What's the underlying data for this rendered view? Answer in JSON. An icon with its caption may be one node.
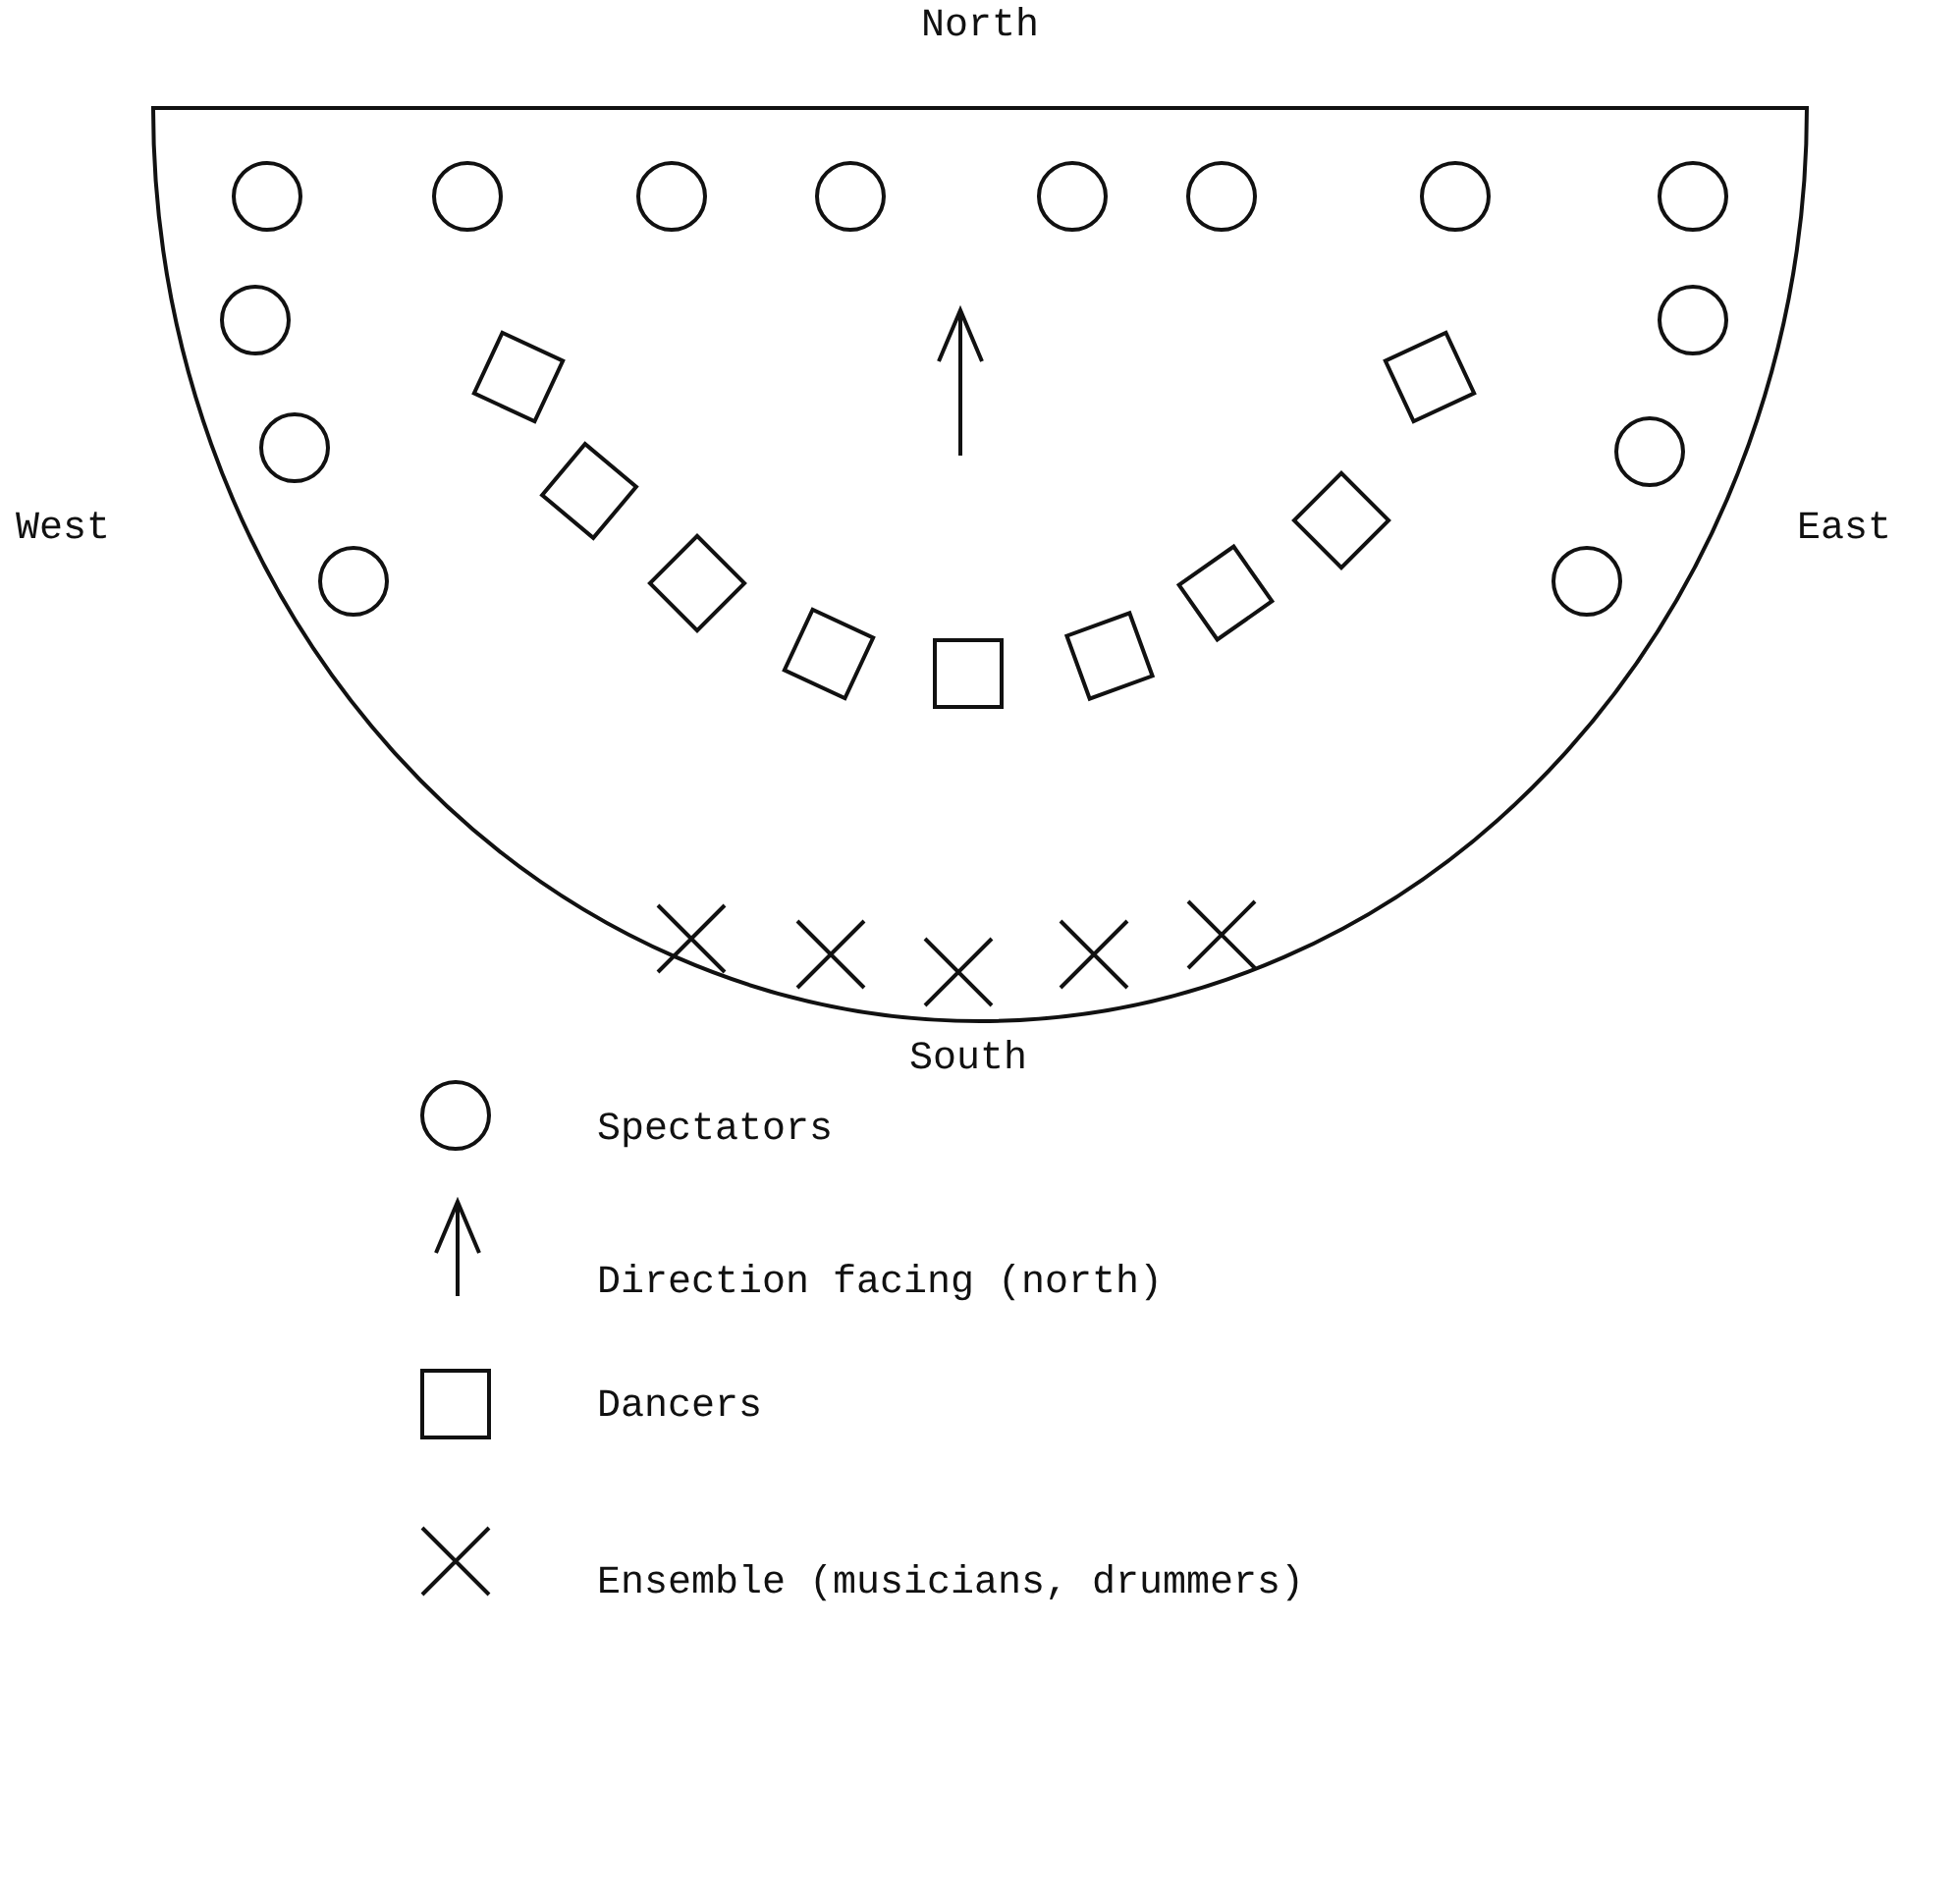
{
  "diagram": {
    "labels": [
      "North",
      "West",
      "East",
      "South"
    ],
    "legend": [
      {
        "text": "Spectators"
      },
      {
        "text": "Direction facing (north)"
      },
      {
        "text": "Dancers"
      },
      {
        "text": "Ensemble (musicians, drummers)"
      }
    ]
  }
}
